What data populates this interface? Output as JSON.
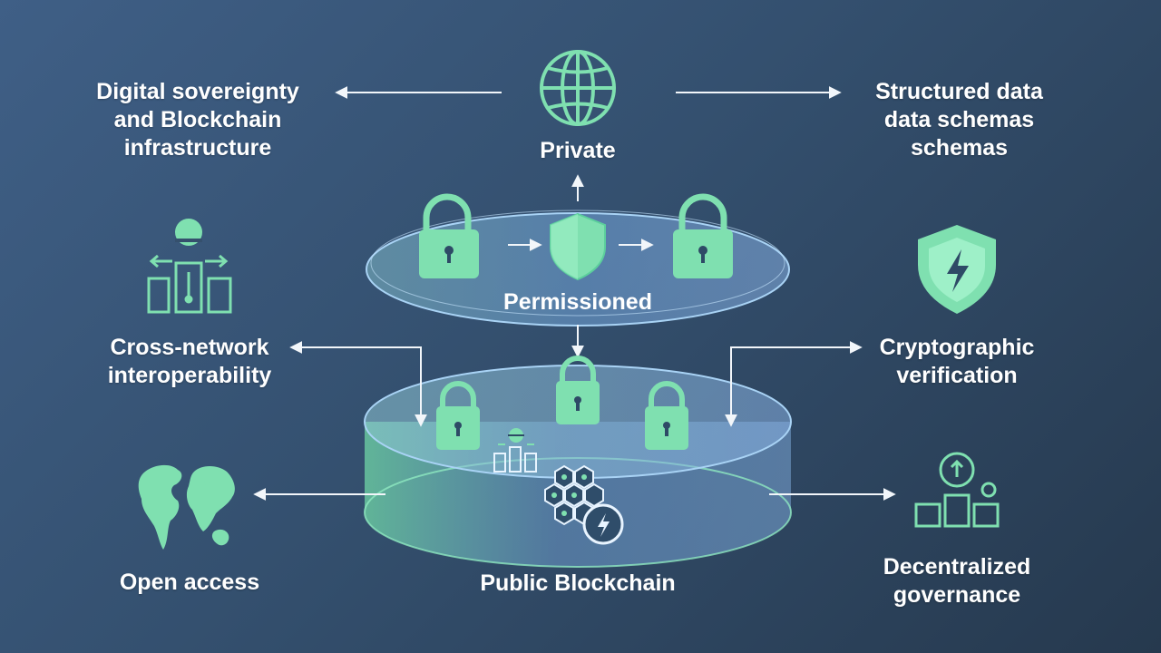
{
  "colors": {
    "accent": "#7fe0b0",
    "accent_dark": "#4dbf8c",
    "arrow": "#f2f6fa",
    "ellipse_fill": "#6b95c4"
  },
  "labels": {
    "top_left": [
      "Digital sovereignty",
      "and Blockchain",
      "infrastructure"
    ],
    "top_center": "Private",
    "top_right": [
      "Structured data",
      "data schemas",
      "schemas"
    ],
    "permissioned": "Permissioned",
    "middle_left": [
      "Cross-network",
      "interoperability"
    ],
    "middle_right": [
      "Cryptographic",
      "verification"
    ],
    "bottom_left": "Open access",
    "bottom_center": "Public Blockchain",
    "bottom_right": [
      "Decentralized",
      "governance"
    ]
  },
  "icons": {
    "globe": "globe-icon",
    "lock": "lock-icon",
    "shield": "shield-icon",
    "shield_bolt": "shield-lightning-icon",
    "network": "network-node-icon",
    "world_map": "world-map-icon",
    "governance": "governance-chart-icon",
    "hexagons": "hexagon-cluster-icon"
  }
}
